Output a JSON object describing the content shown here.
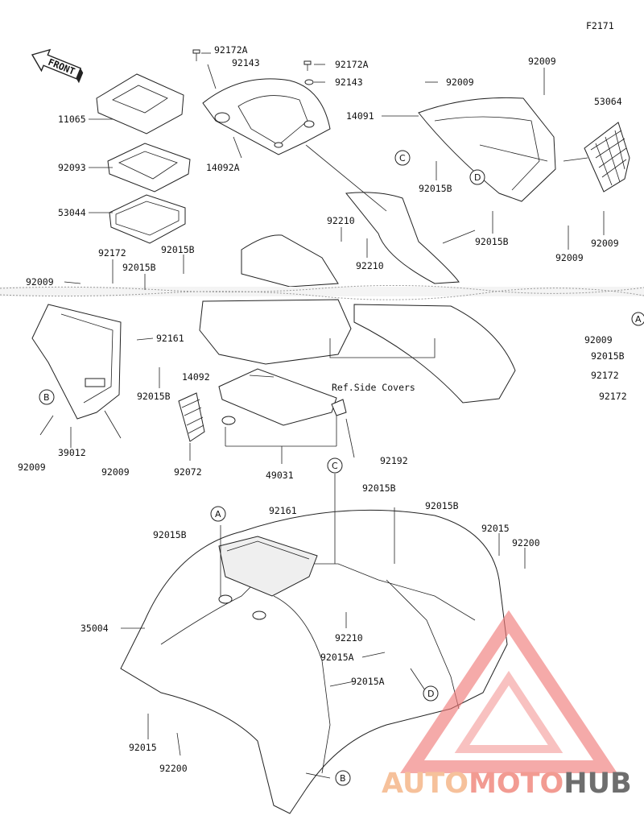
{
  "diagram_code": "F2171",
  "front_label": "FRONT",
  "ref_note": "Ref.Side Covers",
  "watermark": {
    "part1": "AUTO",
    "part2": "MOTO",
    "part3": "HUB",
    "color1": "#f5b78a",
    "color2": "#f08a80",
    "color3": "#555555"
  },
  "labels": [
    {
      "id": "l01",
      "text": "92172A"
    },
    {
      "id": "l02",
      "text": "92143"
    },
    {
      "id": "l03",
      "text": "92172A"
    },
    {
      "id": "l04",
      "text": "92143"
    },
    {
      "id": "l05",
      "text": "11065"
    },
    {
      "id": "l06",
      "text": "14092A"
    },
    {
      "id": "l07",
      "text": "92093"
    },
    {
      "id": "l08",
      "text": "53044"
    },
    {
      "id": "l09",
      "text": "92009"
    },
    {
      "id": "l10",
      "text": "92009"
    },
    {
      "id": "l11",
      "text": "14091"
    },
    {
      "id": "l12",
      "text": "53064"
    },
    {
      "id": "l13",
      "text": "92015B"
    },
    {
      "id": "l14",
      "text": "92015B"
    },
    {
      "id": "l15",
      "text": "92009"
    },
    {
      "id": "l16",
      "text": "92009"
    },
    {
      "id": "l17",
      "text": "92210"
    },
    {
      "id": "l18",
      "text": "92210"
    },
    {
      "id": "l19",
      "text": "92172"
    },
    {
      "id": "l20",
      "text": "92015B"
    },
    {
      "id": "l21",
      "text": "92015B"
    },
    {
      "id": "l22",
      "text": "92009"
    },
    {
      "id": "l23",
      "text": "92161"
    },
    {
      "id": "l24",
      "text": "92009"
    },
    {
      "id": "l25",
      "text": "92015B"
    },
    {
      "id": "l26",
      "text": "92172"
    },
    {
      "id": "l27",
      "text": "92172"
    },
    {
      "id": "l28",
      "text": "14092"
    },
    {
      "id": "l29",
      "text": "92015B"
    },
    {
      "id": "l30",
      "text": "39012"
    },
    {
      "id": "l31",
      "text": "92009"
    },
    {
      "id": "l32",
      "text": "92009"
    },
    {
      "id": "l33",
      "text": "92072"
    },
    {
      "id": "l34",
      "text": "49031"
    },
    {
      "id": "l35",
      "text": "92192"
    },
    {
      "id": "l36",
      "text": "92015B"
    },
    {
      "id": "l37",
      "text": "92015B"
    },
    {
      "id": "l38",
      "text": "92161"
    },
    {
      "id": "l39",
      "text": "92015B"
    },
    {
      "id": "l40",
      "text": "92015"
    },
    {
      "id": "l41",
      "text": "92200"
    },
    {
      "id": "l42",
      "text": "35004"
    },
    {
      "id": "l43",
      "text": "92210"
    },
    {
      "id": "l44",
      "text": "92015A"
    },
    {
      "id": "l45",
      "text": "92015A"
    },
    {
      "id": "l46",
      "text": "92015"
    },
    {
      "id": "l47",
      "text": "92200"
    }
  ],
  "markers": [
    {
      "id": "m1",
      "text": "C"
    },
    {
      "id": "m2",
      "text": "D"
    },
    {
      "id": "m3",
      "text": "A"
    },
    {
      "id": "m4",
      "text": "B"
    },
    {
      "id": "m5",
      "text": "C"
    },
    {
      "id": "m6",
      "text": "A"
    },
    {
      "id": "m7",
      "text": "D"
    },
    {
      "id": "m8",
      "text": "B"
    }
  ]
}
